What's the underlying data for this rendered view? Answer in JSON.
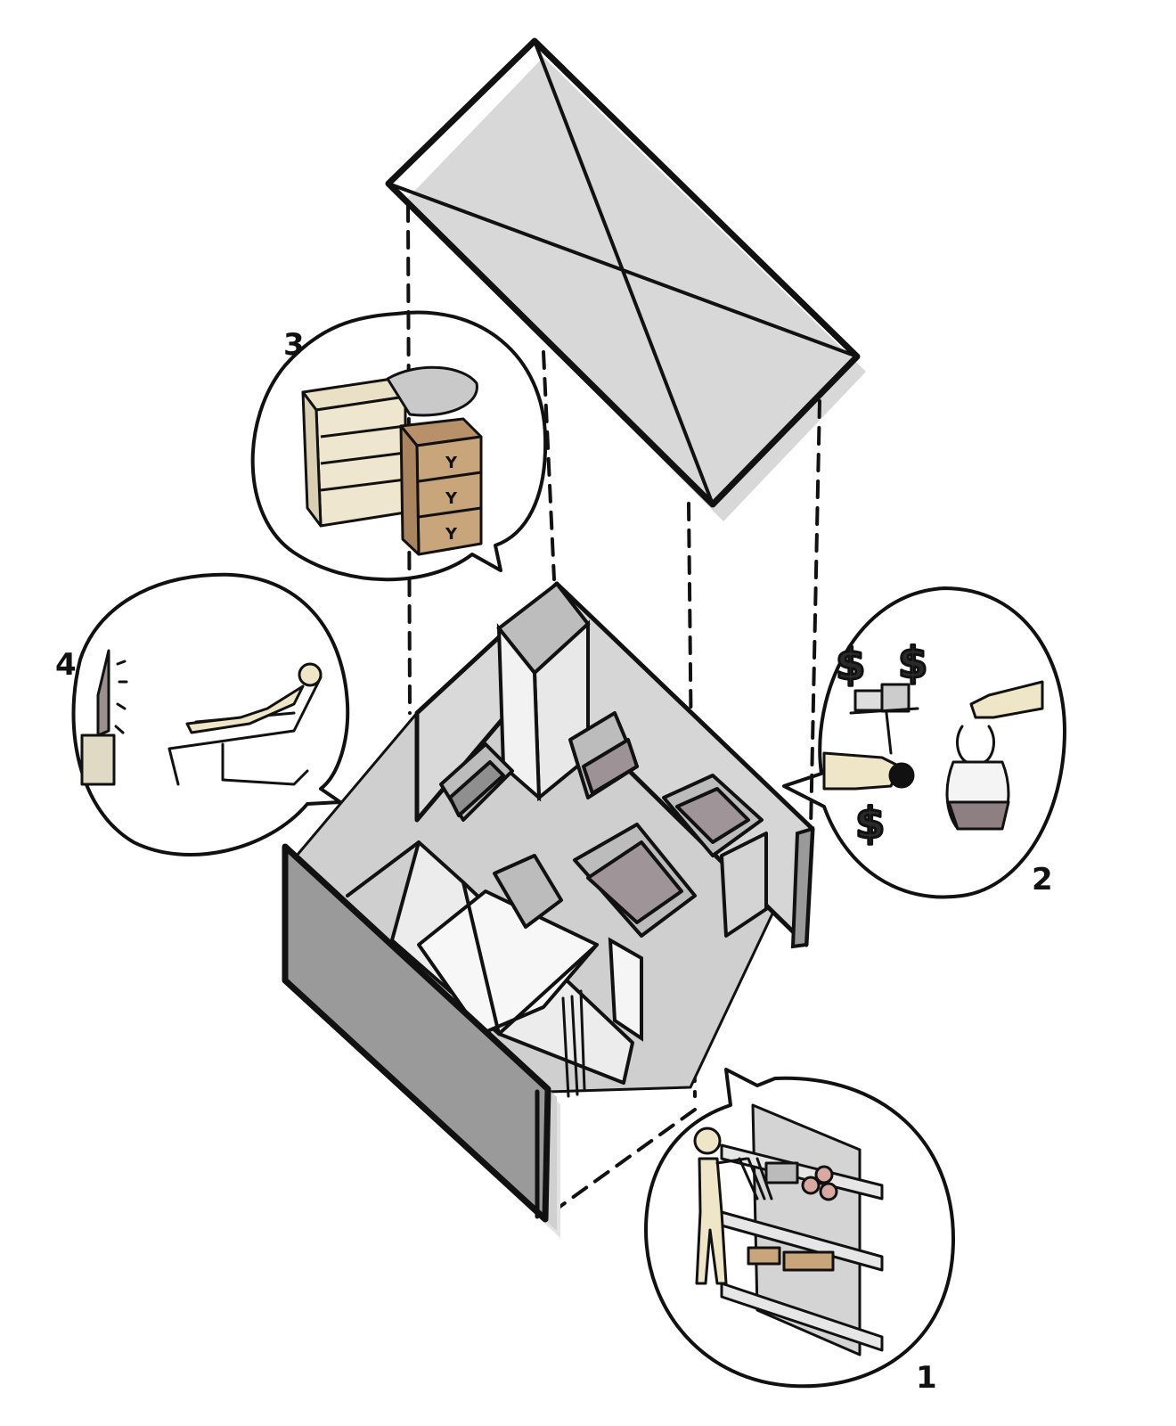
{
  "callouts": [
    {
      "number": "1",
      "icon": "shopping-shelf-icon"
    },
    {
      "number": "2",
      "icon": "payment-icon"
    },
    {
      "number": "3",
      "icon": "storage-boxes-icon"
    },
    {
      "number": "4",
      "icon": "resting-icon"
    }
  ],
  "currency_symbol": "$",
  "colors": {
    "wall_gray": "#9a9a9a",
    "roof_gray": "#a6a6a6",
    "floor_gray": "#cfcfcf",
    "ink": "#111111",
    "skin": "#efe6c8",
    "cardboard": "#c9a57c"
  }
}
